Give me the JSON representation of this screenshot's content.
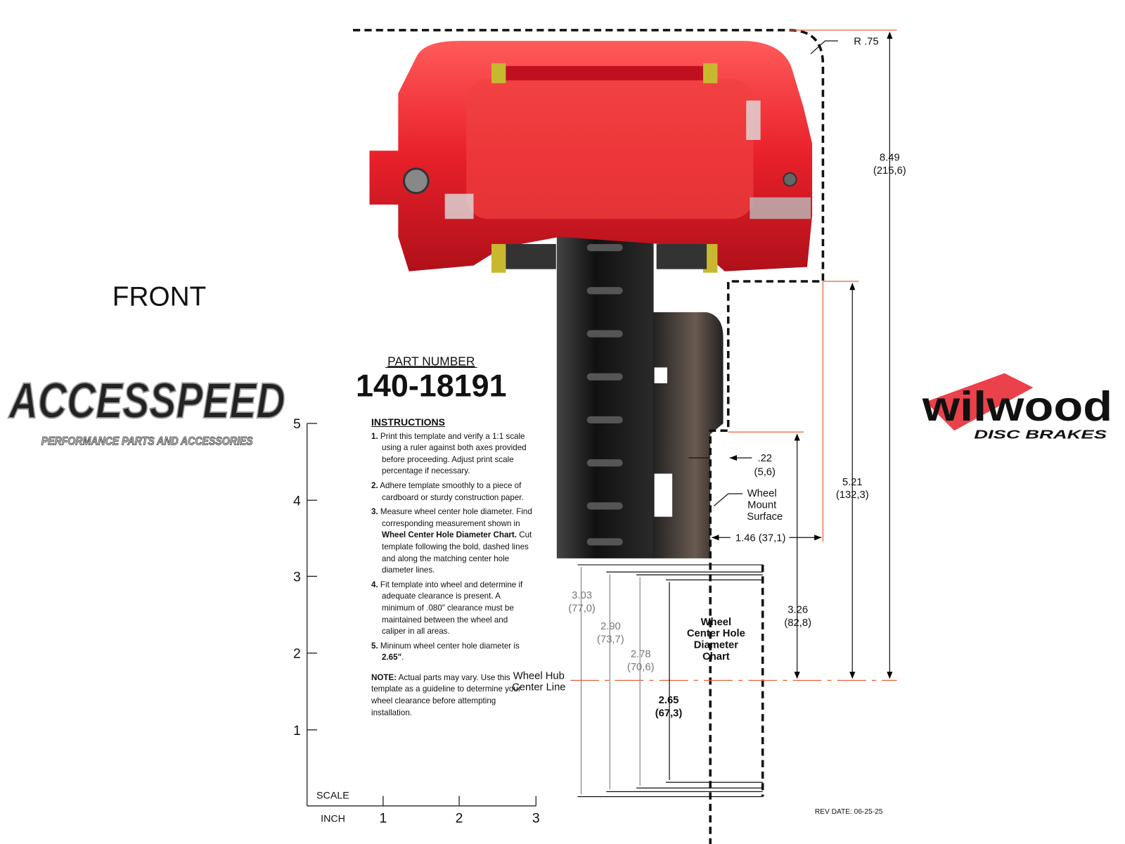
{
  "view_label": "FRONT",
  "part": {
    "heading": "PART NUMBER",
    "number": "140-18191"
  },
  "logos": {
    "accespeed": {
      "name": "ACCESSPEED",
      "tagline": "PERFORMANCE PARTS AND ACCESSORIES"
    },
    "wilwood": {
      "name": "wilwood",
      "tagline": "DISC BRAKES"
    }
  },
  "instructions": {
    "title": "INSTRUCTIONS",
    "steps": [
      {
        "num": "1.",
        "text": "Print this template and verify a 1:1 scale using a ruler against both axes provided before proceeding. Adjust print scale percentage if necessary."
      },
      {
        "num": "2.",
        "text": "Adhere template smoothly to a piece of cardboard or sturdy construction paper."
      },
      {
        "num": "3.",
        "pre": "Measure wheel center hole diameter. Find corresponding measurement shown in ",
        "bold": "Wheel Center Hole Diameter Chart.",
        "post": " Cut template following the bold, dashed lines and along the matching center hole diameter lines."
      },
      {
        "num": "4.",
        "text": "Fit template into wheel and determine if adequate clearance is present. A minimum of .080\" clearance must be maintained between the wheel and caliper in all areas."
      },
      {
        "num": "5.",
        "pre": "Mininum wheel center hole diameter is ",
        "bold": "2.65\"",
        "post": "."
      }
    ],
    "note_label": "NOTE:",
    "note": " Actual parts may vary. Use this template as a guideline to determine your wheel clearance before attempting installation."
  },
  "scale": {
    "label": "SCALE",
    "unit": "INCH",
    "vertical_ticks": [
      "5",
      "4",
      "3",
      "2",
      "1"
    ],
    "horizontal_ticks": [
      "1",
      "2",
      "3"
    ]
  },
  "dimensions": {
    "radius": "R .75",
    "overall_height": {
      "in": "8.49",
      "mm": "(215,6)"
    },
    "height_2": {
      "in": "5.21",
      "mm": "(132,3)"
    },
    "height_3": {
      "in": "3.26",
      "mm": "(82,8)"
    },
    "offset": {
      "in": ".22",
      "mm": "(5,6)"
    },
    "mount_offset": "1.46 (37,1)",
    "mount_surface": [
      "Wheel",
      "Mount",
      "Surface"
    ],
    "hub_center": [
      "Wheel Hub",
      "Center Line"
    ]
  },
  "chart": {
    "title": [
      "Wheel",
      "Center Hole",
      "Diameter",
      "Chart"
    ],
    "diameters": [
      {
        "in": "3.03",
        "mm": "(77,0)"
      },
      {
        "in": "2.90",
        "mm": "(73,7)"
      },
      {
        "in": "2.78",
        "mm": "(70,6)"
      },
      {
        "in": "2.65",
        "mm": "(67,3)"
      }
    ]
  },
  "rev_date": "REV DATE:  06-25-25",
  "colors": {
    "caliper": "#e8202a",
    "dimension_orange": "#e8613a",
    "rotor": "#1c1c1c"
  }
}
